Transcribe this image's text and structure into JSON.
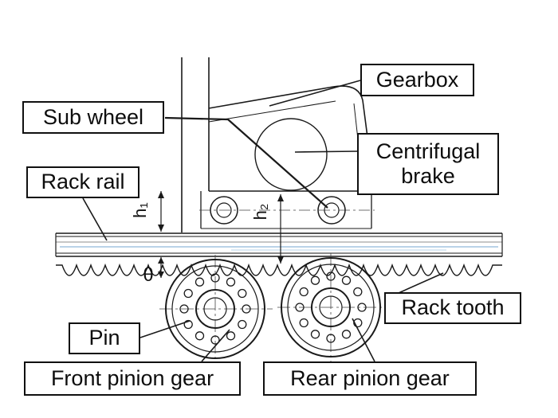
{
  "figure": {
    "labels": {
      "gearbox": "Gearbox",
      "sub_wheel": "Sub wheel",
      "centrifugal_line1": "Centrifugal",
      "centrifugal_line2": "brake",
      "rack_rail": "Rack rail",
      "rack_tooth": "Rack tooth",
      "pin": "Pin",
      "front_pinion_gear": "Front pinion gear",
      "rear_pinion_gear": "Rear pinion gear"
    },
    "dimensions": {
      "h1": "h₁",
      "h2": "h₂",
      "theta": "θ"
    },
    "colors": {
      "ink": "#1a1a1a",
      "rail_highlight": "#8fb6d9"
    }
  }
}
